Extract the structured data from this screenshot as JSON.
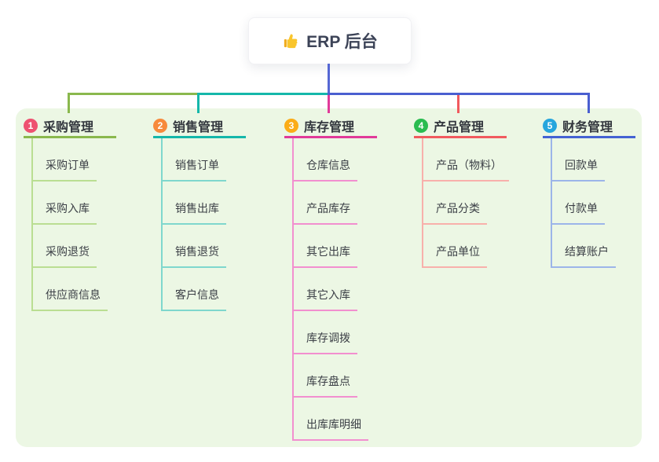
{
  "root": {
    "title": "ERP 后台",
    "icon": "thumbs-up"
  },
  "theme": {
    "page_background": "#ffffff",
    "panel_background": "#ecf7e4",
    "root_card_background": "#ffffff",
    "root_text_color": "#3c4357",
    "root_connector_color": "#5567d4",
    "bus_blue": "#4a5fd0",
    "header_text_color": "#33373e",
    "item_text_color": "#3b3f46",
    "thumb_icon_color": "#f9c52c"
  },
  "branches": [
    {
      "badge": "1",
      "label": "采购管理",
      "badge_color": "#ee5170",
      "main_color": "#8ab84d",
      "light_color": "#bade92",
      "items": [
        "采购订单",
        "采购入库",
        "采购退货",
        "供应商信息"
      ]
    },
    {
      "badge": "2",
      "label": "销售管理",
      "badge_color": "#f78a3c",
      "main_color": "#15b7aa",
      "light_color": "#7fd7cd",
      "items": [
        "销售订单",
        "销售出库",
        "销售退货",
        "客户信息"
      ]
    },
    {
      "badge": "3",
      "label": "库存管理",
      "badge_color": "#fbac17",
      "main_color": "#e13a99",
      "light_color": "#f28fcf",
      "items": [
        "仓库信息",
        "产品库存",
        "其它出库",
        "其它入库",
        "库存调拨",
        "库存盘点",
        "出库库明细"
      ]
    },
    {
      "badge": "4",
      "label": "产品管理",
      "badge_color": "#2abc50",
      "main_color": "#f15a5e",
      "light_color": "#f8b0ab",
      "items": [
        "产品（物料）",
        "产品分类",
        "产品单位"
      ]
    },
    {
      "badge": "5",
      "label": "财务管理",
      "badge_color": "#27a6dd",
      "main_color": "#4462d3",
      "light_color": "#9cb5e9",
      "items": [
        "回款单",
        "付款单",
        "结算账户"
      ]
    }
  ]
}
